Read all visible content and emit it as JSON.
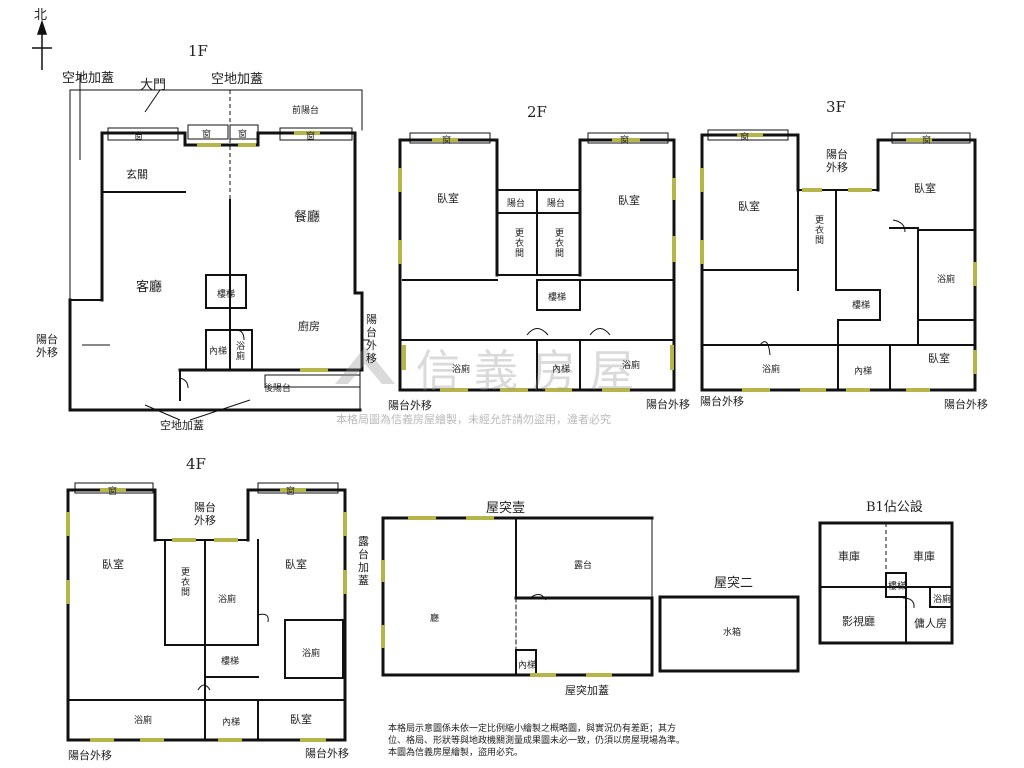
{
  "compass": {
    "label": "北"
  },
  "floors": {
    "f1": "1F",
    "f2": "2F",
    "f3": "3F",
    "f4": "4F",
    "roof1": "屋突壹",
    "roof2": "屋突二",
    "b1": "B1佔公設"
  },
  "labels": {
    "window": "窗",
    "porch": "前陽台",
    "back_balcony": "後陽台",
    "f1_empty_top_left": "空地加蓋",
    "f1_gate": "大門",
    "f1_empty_top_mid": "空地加蓋",
    "f1_foyer": "玄關",
    "f1_living": "客廳",
    "f1_dining": "餐廳",
    "f1_kitchen": "廚房",
    "f1_stairs": "樓梯",
    "f1_inner_bath": "內梯",
    "f1_bath": "浴廁",
    "f1_balcony_left": "陽台外移",
    "f1_balcony_right": "陽台外移",
    "f1_empty_bottom": "空地加蓋",
    "bedroom": "臥室",
    "balcony": "陽台",
    "closet": "更衣間",
    "stairs": "樓梯",
    "bath": "浴廁",
    "inner": "內梯",
    "balcony_moved": "陽台外移",
    "f3_balcony_moved": "陽台外移",
    "f4_balcony_moved": "陽台外移",
    "roof_terrace_added": "露台加蓋",
    "roof_terrace": "露台",
    "roof_hall": "廳",
    "roof_added": "屋突加蓋",
    "water_tank": "水箱",
    "garage": "車庫",
    "theater": "影視廳",
    "maid_room": "傭人房"
  },
  "watermark": {
    "brand": "信義房屋",
    "notice": "本格局圖為信義房屋繪製，未經允許請勿盜用，違者必究"
  },
  "footnote": {
    "line1": "本格局示意圖係未依一定比例縮小繪製之概略圖，與實況仍有差距；其方",
    "line2": "位、格局、形狀等與地政機關測量成果圖未必一致，仍須以房屋現場為準。",
    "line3": "本圖為信義房屋繪製，盜用必究。"
  },
  "colors": {
    "wall": "#111111",
    "window": "#b5b54a",
    "watermark": "#9a9a9a"
  }
}
